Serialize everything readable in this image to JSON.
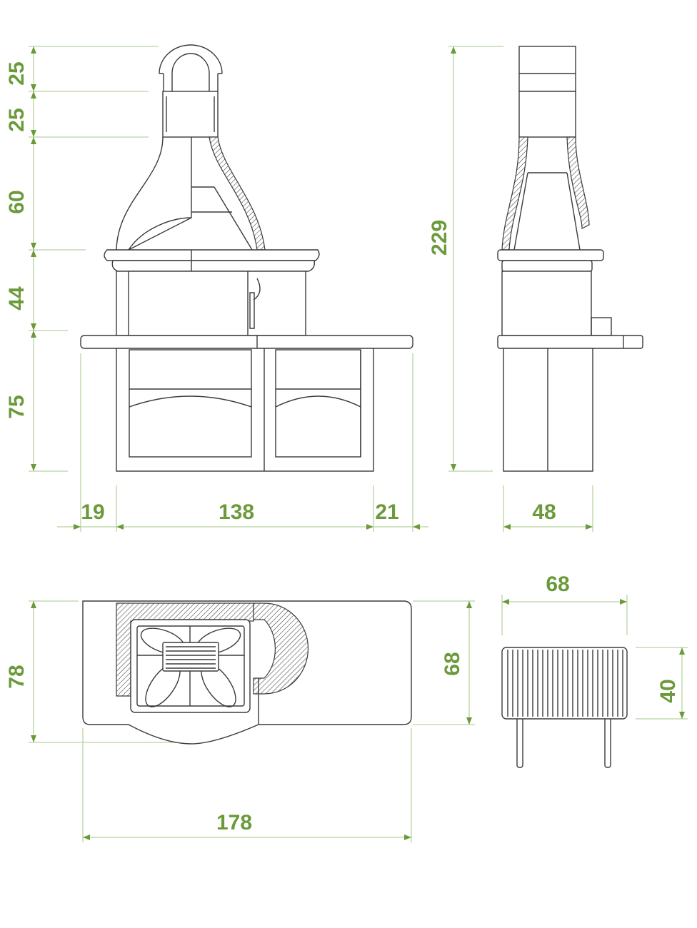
{
  "title": "Barbecue dimension drawing",
  "colors": {
    "dimension_text": "#6a9a3a",
    "dimension_line": "#b9d4a0",
    "drawing_line": "#3a3a3a"
  },
  "front_view": {
    "heights": [
      "25",
      "25",
      "60",
      "44",
      "75"
    ],
    "widths": [
      "19",
      "138",
      "21"
    ]
  },
  "side_view": {
    "total_height": "229",
    "depth": "48"
  },
  "plan_view": {
    "depth": "78",
    "width": "178",
    "hood_depth": "68"
  },
  "grate": {
    "width": "68",
    "height": "40"
  }
}
